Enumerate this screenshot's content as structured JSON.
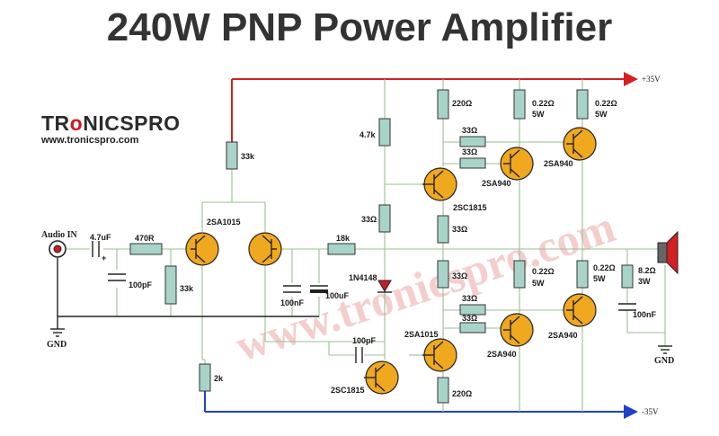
{
  "header": {
    "title": "240W PNP Power Amplifier"
  },
  "brand": {
    "name_prefix": "TR",
    "name_accent": "o",
    "name_rest": "NICSPRO",
    "url": "www.tronicspro.com",
    "watermark": "www.tronicspro.com"
  },
  "rails": {
    "positive": "+35V",
    "negative": "-35V"
  },
  "labels": {
    "audio_in": "Audio IN",
    "gnd_left": "GND",
    "gnd_right": "GND",
    "c_in": "4.7uF",
    "r_in": "470R",
    "c_100pf_in": "100pF",
    "r_33k_bias": "33k",
    "r_33k_top": "33k",
    "r_2k": "2k",
    "q_input": "2SA1015",
    "c_100nf": "100nF",
    "c_100uf": "100uF",
    "r_18k": "18k",
    "r_4k7": "4.7k",
    "r_33_mid": "33Ω",
    "diode": "1N4148",
    "c_100pf_vas": "100pF",
    "q_vas": "2SC1815",
    "r_220_top": "220Ω",
    "r_33_driver_a": "33Ω",
    "r_33_driver_b": "33Ω",
    "q_driver_top": "2SC1815",
    "r_33_bias_top": "33Ω",
    "r_33_bias_bot": "33Ω",
    "r_022_top_a": "0.22Ω",
    "r_5w_top_a": "5W",
    "r_022_top_b": "0.22Ω",
    "r_5w_top_b": "5W",
    "q_out_top_a": "2SA940",
    "q_out_top_b": "2SA940",
    "r_33_lower_a": "33Ω",
    "r_33_lower_b": "33Ω",
    "q_driver_bot": "2SA1015",
    "r_022_bot_a": "0.22Ω",
    "r_5w_bot_a": "5W",
    "r_022_bot_b": "0.22Ω",
    "r_5w_bot_b": "5W",
    "q_out_bot_a": "2SA940",
    "q_out_bot_b": "2SA940",
    "r_220_bot": "220Ω",
    "r_zobel": "8.2Ω",
    "r_zobel_w": "3W",
    "c_zobel": "100nF"
  },
  "colors": {
    "positive_rail": "#d42020",
    "negative_rail": "#2042c8",
    "transistor": "#f0a81e",
    "resistor": "#a8d3c8",
    "wire": "#9bbf93",
    "brand_accent": "#c81d25"
  }
}
